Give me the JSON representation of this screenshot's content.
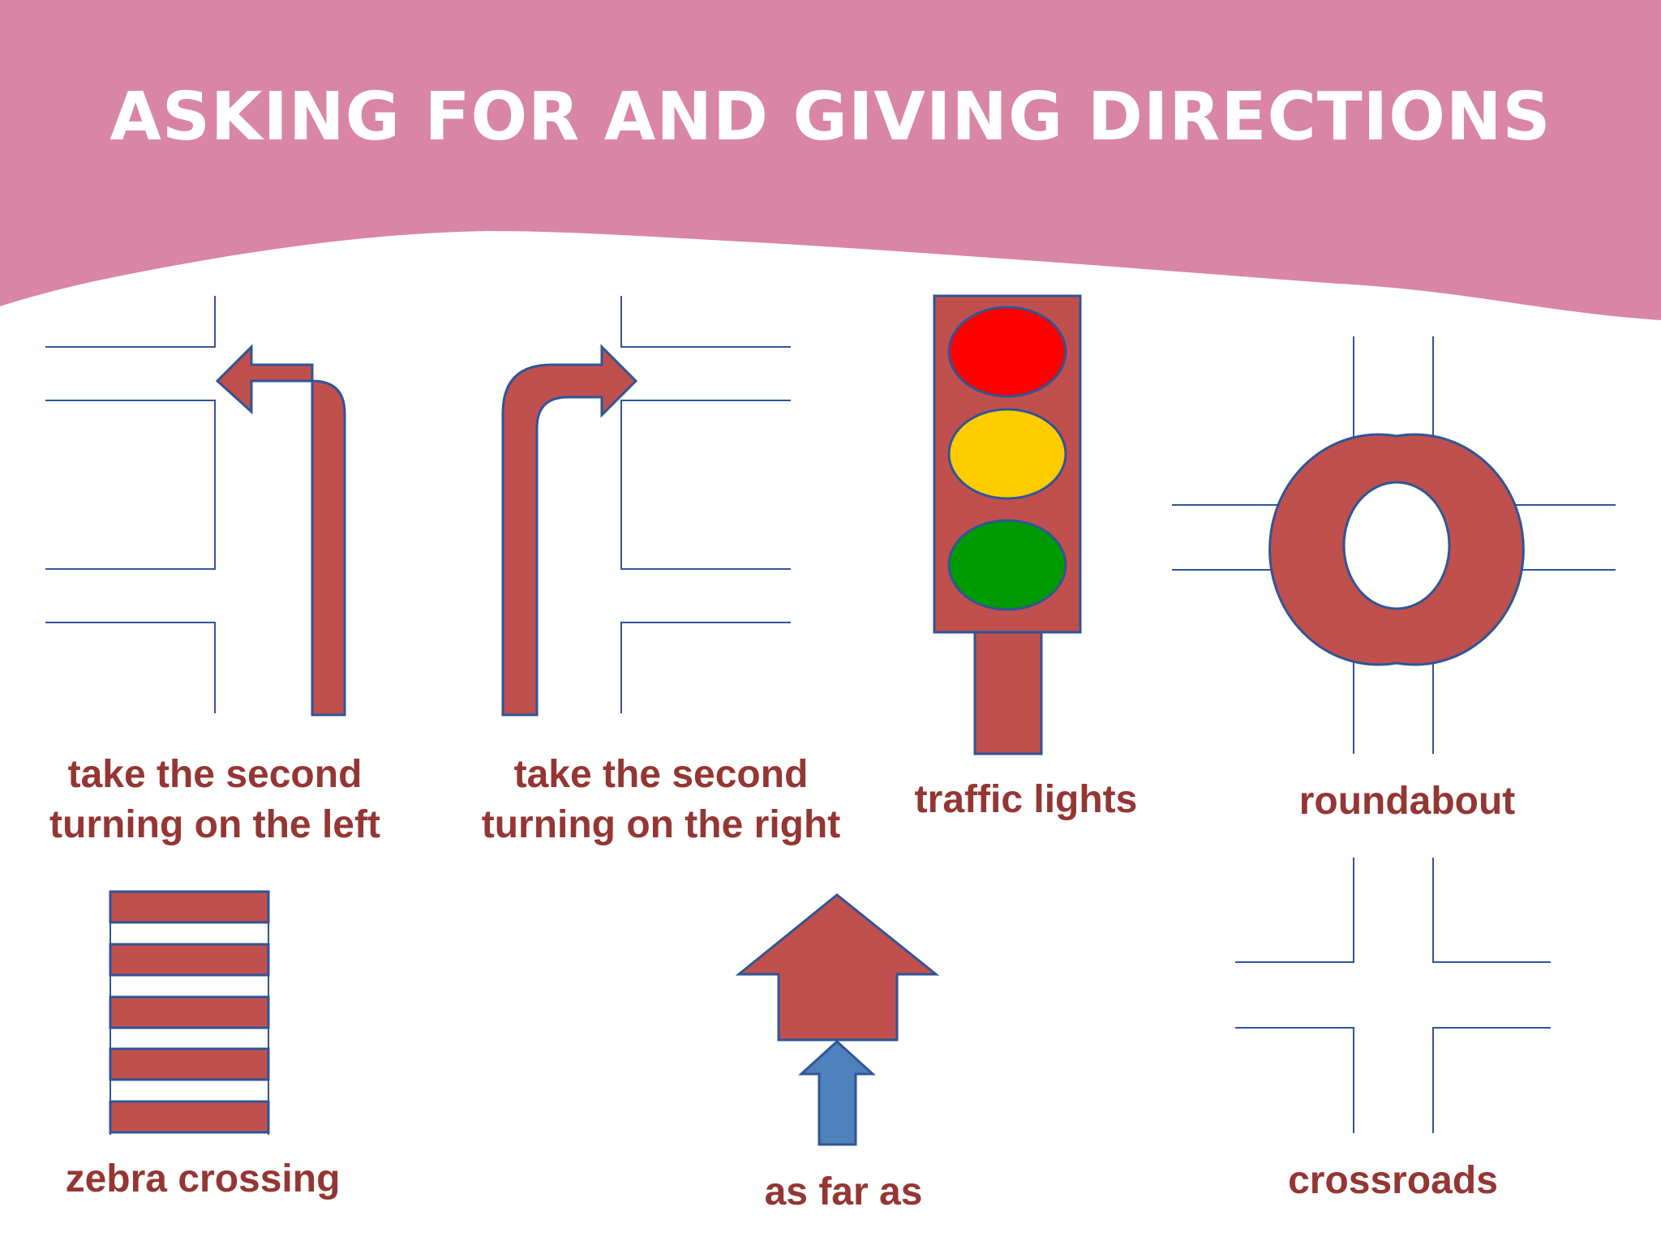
{
  "title": "ASKING FOR AND GIVING DIRECTIONS",
  "colors": {
    "banner": "#d985a5",
    "symbol_fill": "#c0504d",
    "symbol_stroke": "#2f5597",
    "road_line": "#2f5597",
    "label_text": "#943634",
    "light_red": "#ff0000",
    "light_yellow": "#ffcc00",
    "light_green": "#009900",
    "arrow_blue": "#4f81bd"
  },
  "items": {
    "second_left": {
      "line1": "take the second",
      "line2": "turning on the left",
      "icon": "turn-left-arrow-icon"
    },
    "second_right": {
      "line1": "take the second",
      "line2": "turning on the right",
      "icon": "turn-right-arrow-icon"
    },
    "traffic_lights": {
      "label": "traffic lights",
      "icon": "traffic-light-icon"
    },
    "roundabout": {
      "label": "roundabout",
      "icon": "roundabout-icon"
    },
    "zebra_crossing": {
      "label": "zebra crossing",
      "icon": "zebra-crossing-icon"
    },
    "as_far_as": {
      "label": "as far as",
      "icon": "up-arrow-icon"
    },
    "crossroads": {
      "label": "crossroads",
      "icon": "crossroads-icon"
    }
  }
}
